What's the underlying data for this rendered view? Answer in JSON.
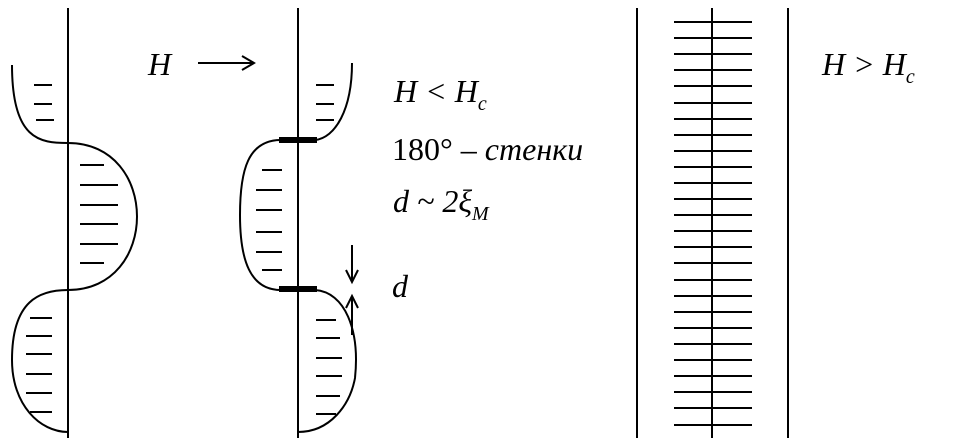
{
  "labels": {
    "field_arrow": "H",
    "condition_low": {
      "main": "H < H",
      "sub": "c"
    },
    "wall_type": {
      "degrees": "180°",
      "dash": " – ",
      "word": "стенки"
    },
    "thickness": {
      "main": "d ~ 2ξ",
      "sub": "M"
    },
    "wall_marker": "d",
    "condition_high": {
      "main": "H > H",
      "sub": "c"
    }
  }
}
